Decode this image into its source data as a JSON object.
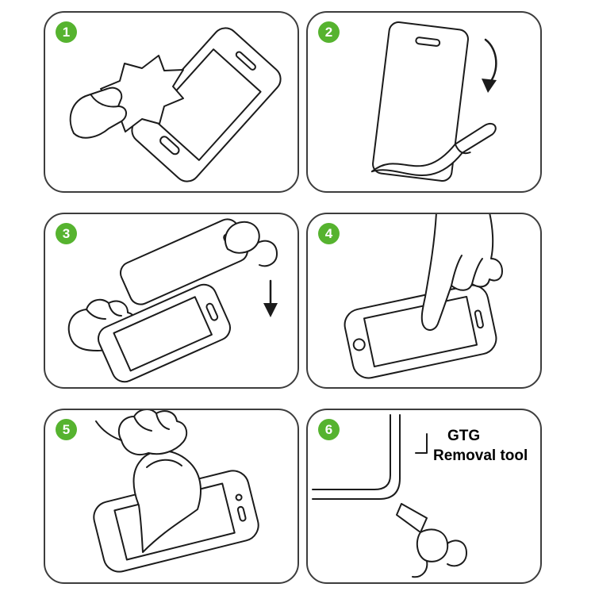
{
  "colors": {
    "step_badge": "#56b32f",
    "line_art": "#1b1b1b",
    "panel_border": "#3d3d3d"
  },
  "steps": [
    {
      "number": "1",
      "illustration": "wipe-phone-screen-with-zigzag-cleaning-cloth"
    },
    {
      "number": "2",
      "illustration": "peel-protective-film-from-tempered-glass"
    },
    {
      "number": "3",
      "illustration": "align-and-lower-glass-onto-phone"
    },
    {
      "number": "4",
      "illustration": "press-finger-on-center-of-screen"
    },
    {
      "number": "5",
      "illustration": "peel-away-top-layer-from-screen"
    },
    {
      "number": "6",
      "illustration": "pry-corner-with-gtg-removal-tool",
      "label_line1": "GTG",
      "label_line2": "Removal tool"
    }
  ]
}
